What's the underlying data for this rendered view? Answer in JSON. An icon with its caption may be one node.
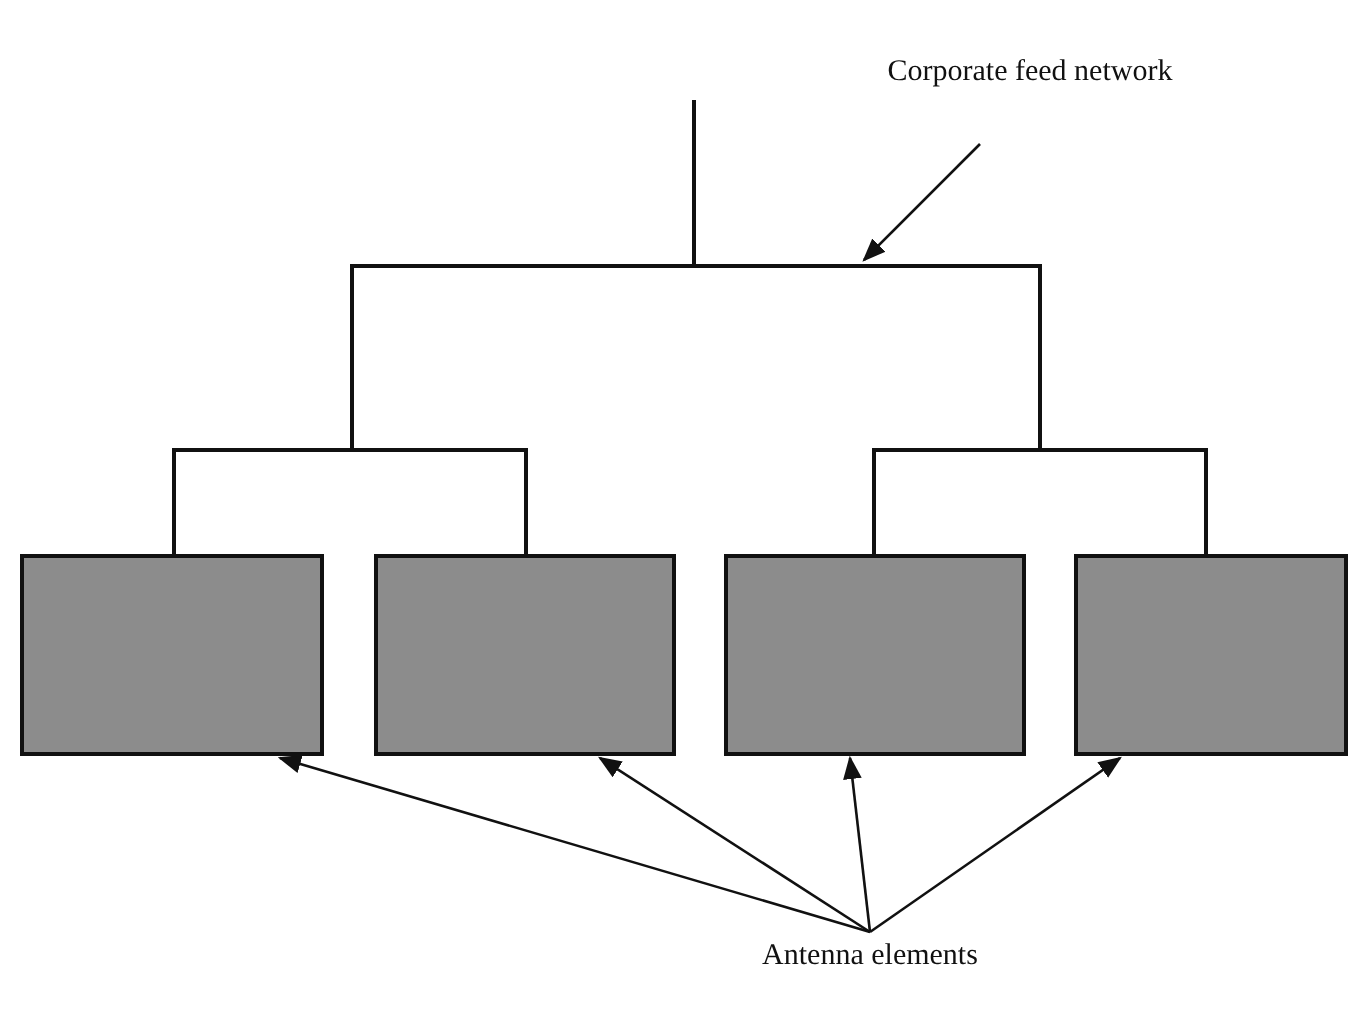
{
  "diagram": {
    "nodes": [
      {
        "text": [
          "Corporate feed network"
        ]
      },
      {
        "text": [],
        "shape": "box"
      },
      {
        "text": [],
        "shape": "box"
      },
      {
        "text": [],
        "shape": "box"
      },
      {
        "text": [],
        "shape": "box"
      },
      {
        "text": [
          "Antenna elements"
        ]
      }
    ],
    "edges": [
      {
        "from": null,
        "to": 1,
        "arrow": "none"
      },
      {
        "from": null,
        "to": 2,
        "arrow": "none"
      },
      {
        "from": null,
        "to": 3,
        "arrow": "none"
      },
      {
        "from": null,
        "to": 4,
        "arrow": "none"
      },
      {
        "from": 0,
        "to": null,
        "arrow": "to"
      },
      {
        "from": 5,
        "to": 1,
        "arrow": "to"
      },
      {
        "from": 5,
        "to": 2,
        "arrow": "to"
      },
      {
        "from": 5,
        "to": 3,
        "arrow": "to"
      },
      {
        "from": 5,
        "to": 4,
        "arrow": "to"
      }
    ]
  }
}
